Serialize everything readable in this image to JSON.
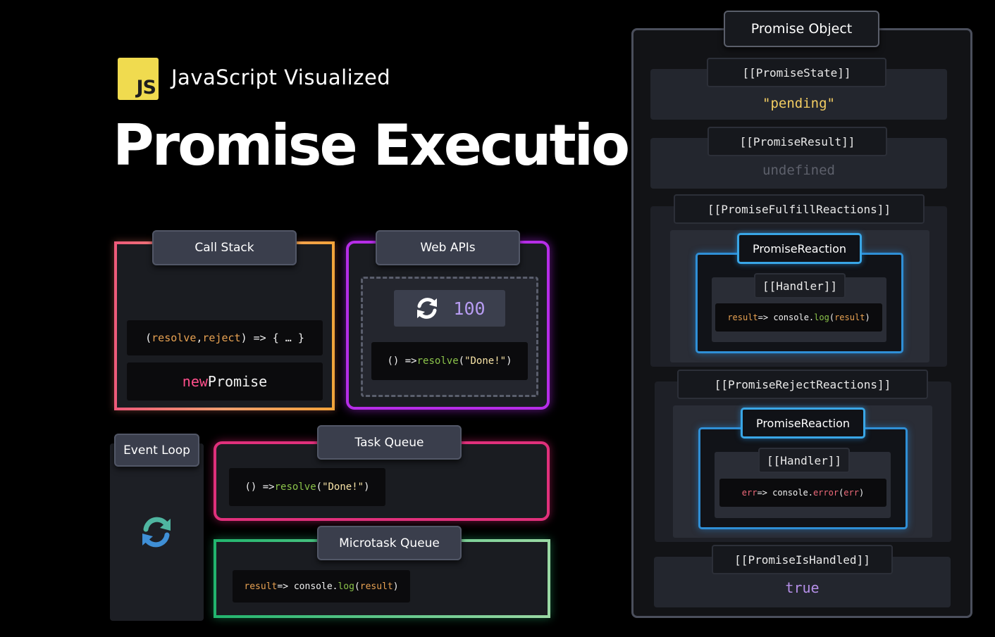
{
  "header": {
    "logo_text": "JS",
    "subtitle": "JavaScript Visualized",
    "title": "Promise Execution"
  },
  "call_stack": {
    "label": "Call Stack",
    "frame_top": {
      "p1": "(",
      "a": "resolve",
      "c": ", ",
      "b": "reject",
      "rest": ") => { … }"
    },
    "frame_bottom": {
      "kw": "new",
      "name": " Promise"
    }
  },
  "web_apis": {
    "label": "Web APIs",
    "timer_value": "100",
    "callback": {
      "pre": "() => ",
      "fn": "resolve",
      "open": "(",
      "arg": "\"Done!\"",
      "close": ")"
    }
  },
  "event_loop": {
    "label": "Event Loop"
  },
  "task_queue": {
    "label": "Task Queue",
    "item": {
      "pre": "() => ",
      "fn": "resolve",
      "open": "(",
      "arg": "\"Done!\"",
      "close": ")"
    }
  },
  "microtask_queue": {
    "label": "Microtask Queue",
    "item": {
      "a": "result",
      "arrow": " => console.",
      "fn": "log",
      "open": "(",
      "arg": "result",
      "close": ")"
    }
  },
  "promise_object": {
    "label": "Promise Object",
    "state": {
      "key": "[[PromiseState]]",
      "value": "\"pending\""
    },
    "result": {
      "key": "[[PromiseResult]]",
      "value": "undefined"
    },
    "fulfill": {
      "key": "[[PromiseFulfillReactions]]",
      "reaction_label": "PromiseReaction",
      "handler_key": "[[Handler]]",
      "handler": {
        "a": "result",
        "arrow": " => console.",
        "fn": "log",
        "open": "(",
        "arg": "result",
        "close": ")"
      }
    },
    "reject": {
      "key": "[[PromiseRejectReactions]]",
      "reaction_label": "PromiseReaction",
      "handler_key": "[[Handler]]",
      "handler": {
        "a": "err",
        "arrow": " => console.",
        "fn": "error",
        "open": "(",
        "arg": "err",
        "close": ")"
      }
    },
    "handled": {
      "key": "[[PromiseIsHandled]]",
      "value": "true"
    }
  },
  "colors": {
    "js_yellow": "#f0db4f",
    "call_stack_border": "#f0a070",
    "web_apis_border": "#b62de8",
    "task_queue_border": "#e0307b",
    "microtask_border": "#2ec27a",
    "reaction_border": "#2f8fd6"
  },
  "icons": [
    "refresh-icon"
  ]
}
